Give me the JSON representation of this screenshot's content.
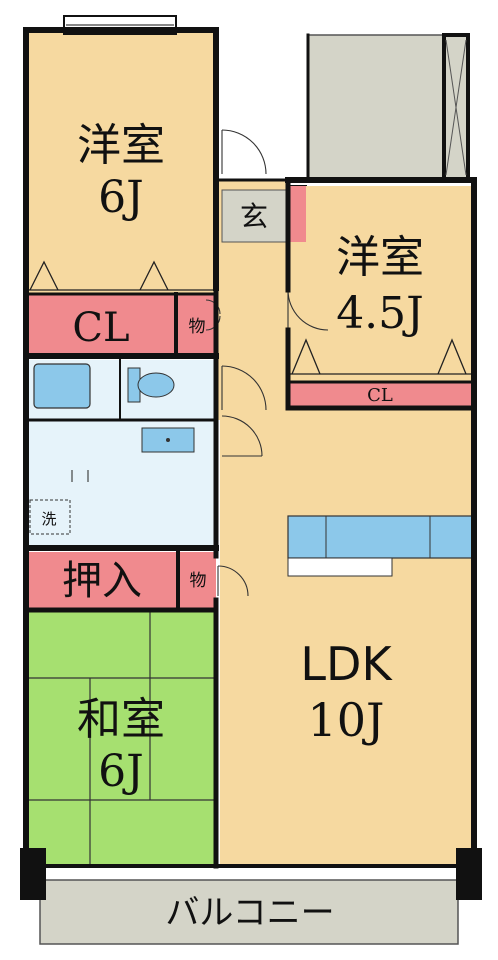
{
  "colors": {
    "western_room": "#F6D9A0",
    "closet": "#F08A8E",
    "japanese_room": "#A6E070",
    "wet_area": "#E6F3FA",
    "fixture": "#8CC8EA",
    "balcony": "#D4D4C8",
    "wall": "#111111"
  },
  "rooms": {
    "western_room_1": {
      "name": "洋室",
      "size": "6J"
    },
    "western_room_2": {
      "name": "洋室",
      "size": "4.5J"
    },
    "japanese_room": {
      "name": "和室",
      "size": "6J"
    },
    "ldk": {
      "name": "LDK",
      "size": "10J"
    }
  },
  "labels": {
    "closet_1": "CL",
    "closet_2": "CL",
    "storage_1": "物",
    "storage_2": "物",
    "oshiire": "押入",
    "entrance": "玄",
    "laundry": "洗",
    "balcony": "バルコニー"
  },
  "icons": {
    "door_swing": "door-swing-icon",
    "window": "window-icon",
    "bathtub": "bathtub-icon",
    "toilet": "toilet-icon",
    "sink": "sink-icon",
    "kitchen_counter": "kitchen-counter-icon"
  }
}
